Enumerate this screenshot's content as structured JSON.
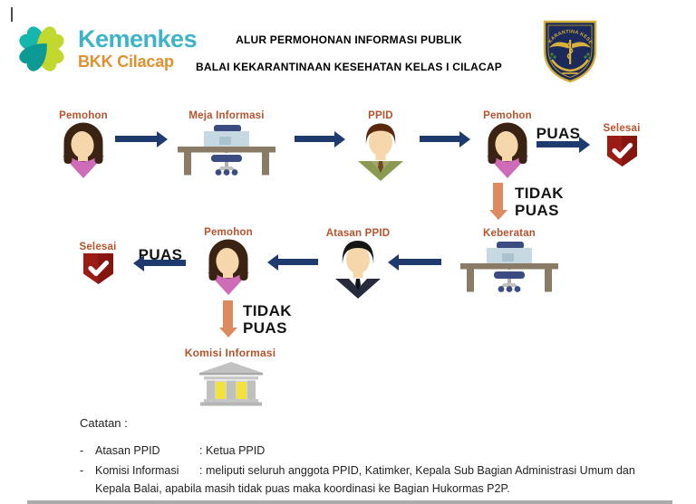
{
  "header": {
    "brand": {
      "name": "Kemenkes",
      "unit": "BKK Cilacap"
    },
    "title_line1": "ALUR PERMOHONAN INFORMASI PUBLIK",
    "title_line2": "BALAI KEKARANTINAAN KESEHATAN KELAS I CILACAP",
    "emblem_text": "KARANTINA KESEHATAN"
  },
  "flow": {
    "row1": {
      "pemohon1_label": "Pemohon",
      "meja_label": "Meja Informasi",
      "ppid_label": "PPID",
      "pemohon2_label": "Pemohon",
      "puas_label": "PUAS",
      "selesai_label": "Selesai"
    },
    "branch1": {
      "line1": "TIDAK",
      "line2": "PUAS"
    },
    "row2": {
      "keberatan_label": "Keberatan",
      "atasan_label": "Atasan PPID",
      "pemohon_label": "Pemohon",
      "puas_label": "PUAS",
      "selesai_label": "Selesai"
    },
    "branch2": {
      "line1": "TIDAK",
      "line2": "PUAS"
    },
    "komisi_label": "Komisi Informasi"
  },
  "notes": {
    "heading": "Catatan :",
    "items": [
      {
        "dash": "-",
        "term": "Atasan PPID",
        "desc": ": Ketua PPID"
      },
      {
        "dash": "-",
        "term": "Komisi Informasi",
        "desc": ": meliputi seluruh anggota PPID, Katimker, Kepala Sub Bagian Administrasi Umum dan Kepala Balai, apabila masih tidak puas maka koordinasi ke Bagian Hukormas P2P."
      }
    ]
  },
  "colors": {
    "arrow_navy": "#1e3a6e",
    "branch_orange": "#dd8a5e",
    "label_brown": "#b5532e",
    "selesai_red": "#9b1c15",
    "brand_teal": "#3eb4c6",
    "brand_orange": "#e0912f",
    "logo_teal": "#16b5ae",
    "logo_lime": "#c3d82e",
    "emblem_navy": "#1b2a5b",
    "emblem_gold": "#d4af37",
    "person_pink": "#cf6cb8",
    "desk_brown": "#8a7b66"
  }
}
